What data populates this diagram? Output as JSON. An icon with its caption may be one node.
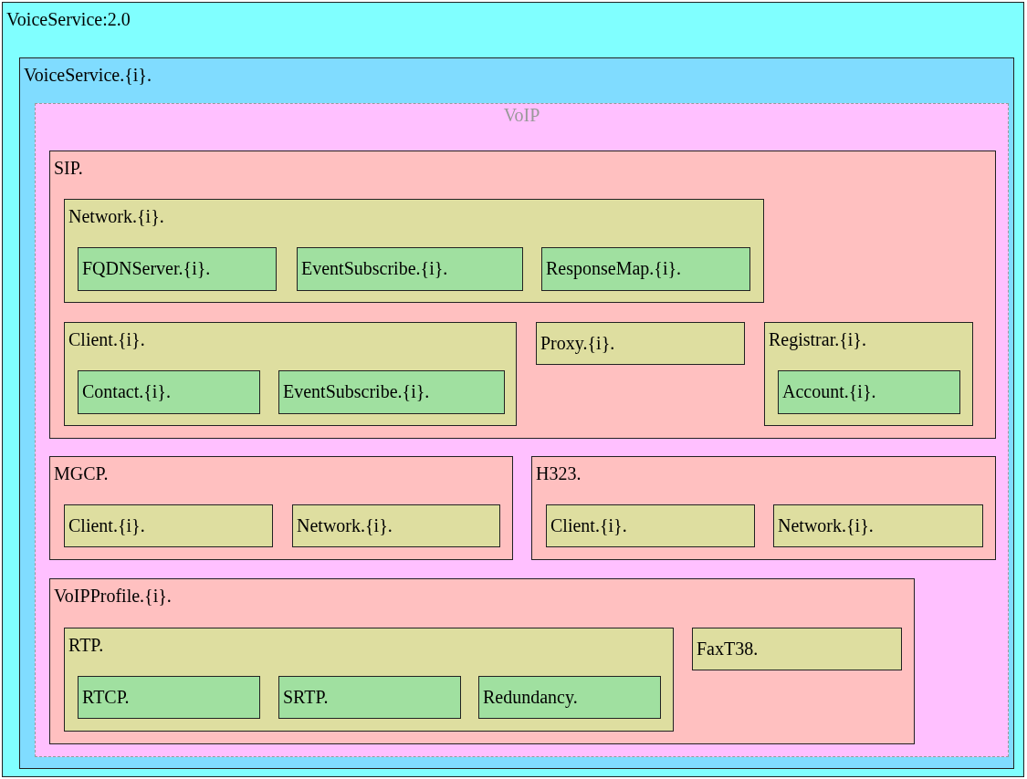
{
  "diagram": {
    "nodes": [
      {
        "text": [
          "VoiceService:2.0"
        ]
      },
      {
        "text": [
          "VoiceService.{i}."
        ],
        "in": 0
      },
      {
        "text": [
          "VoIP"
        ],
        "in": 1
      },
      {
        "text": [
          "SIP."
        ],
        "in": 2
      },
      {
        "text": [
          "Network.{i}."
        ],
        "in": 3
      },
      {
        "text": [
          "FQDNServer.{i}."
        ],
        "in": 4
      },
      {
        "text": [
          "EventSubscribe.{i}."
        ],
        "in": 4
      },
      {
        "text": [
          "ResponseMap.{i}."
        ],
        "in": 4
      },
      {
        "text": [
          "Client.{i}."
        ],
        "in": 3
      },
      {
        "text": [
          "Contact.{i}."
        ],
        "in": 8
      },
      {
        "text": [
          "EventSubscribe.{i}."
        ],
        "in": 8
      },
      {
        "text": [
          "Proxy.{i}."
        ],
        "in": 3
      },
      {
        "text": [
          "Registrar.{i}."
        ],
        "in": 3
      },
      {
        "text": [
          "Account.{i}."
        ],
        "in": 12
      },
      {
        "text": [
          "MGCP."
        ],
        "in": 2
      },
      {
        "text": [
          "Client.{i}."
        ],
        "in": 14
      },
      {
        "text": [
          "Network.{i}."
        ],
        "in": 14
      },
      {
        "text": [
          "H323."
        ],
        "in": 2
      },
      {
        "text": [
          "Client.{i}."
        ],
        "in": 17
      },
      {
        "text": [
          "Network.{i}."
        ],
        "in": 17
      },
      {
        "text": [
          "VoIPProfile.{i}."
        ],
        "in": 2
      },
      {
        "text": [
          "RTP."
        ],
        "in": 20
      },
      {
        "text": [
          "RTCP."
        ],
        "in": 21
      },
      {
        "text": [
          "SRTP."
        ],
        "in": 21
      },
      {
        "text": [
          "Redundancy."
        ],
        "in": 21
      },
      {
        "text": [
          "FaxT38."
        ],
        "in": 20
      }
    ],
    "edges": []
  }
}
